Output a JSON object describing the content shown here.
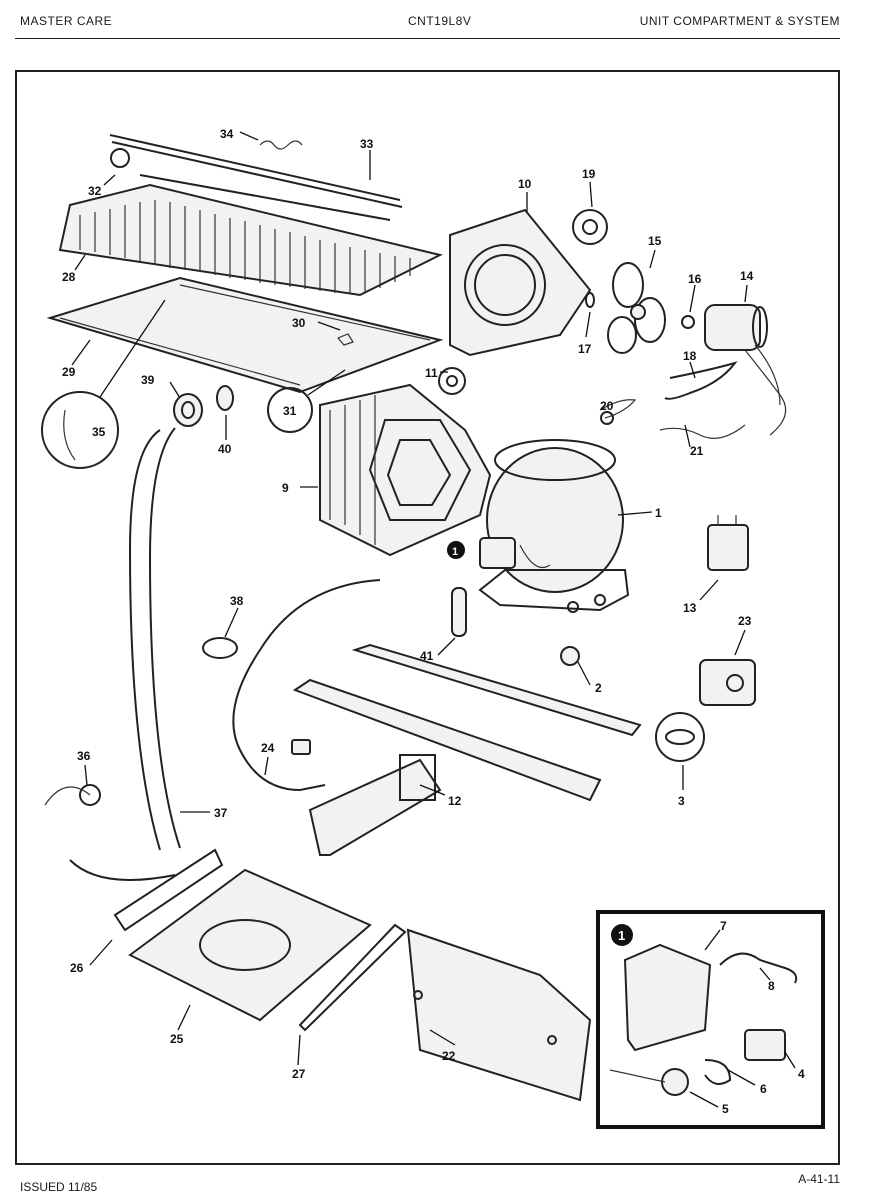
{
  "header": {
    "left": "MASTER CARE",
    "center": "CNT19L8V",
    "right": "UNIT COMPARTMENT & SYSTEM"
  },
  "footer": {
    "left": "ISSUED 11/85",
    "right": "A-41-11"
  },
  "callouts": {
    "c1": "1",
    "c2": "2",
    "c3": "3",
    "c4": "4",
    "c5": "5",
    "c6": "6",
    "c7": "7",
    "c8": "8",
    "c9": "9",
    "c10": "10",
    "c11": "11",
    "c12": "12",
    "c13": "13",
    "c14": "14",
    "c15": "15",
    "c16": "16",
    "c17": "17",
    "c18": "18",
    "c19": "19",
    "c20": "20",
    "c21": "21",
    "c22": "22",
    "c23": "23",
    "c24": "24",
    "c25": "25",
    "c26": "26",
    "c27": "27",
    "c28": "28",
    "c29": "29",
    "c30": "30",
    "c31": "31",
    "c32": "32",
    "c33": "33",
    "c34": "34",
    "c35": "35",
    "c36": "36",
    "c37": "37",
    "c38": "38",
    "c39": "39",
    "c40": "40",
    "c41": "41",
    "inset_marker": "1",
    "compressor_marker": "1"
  }
}
